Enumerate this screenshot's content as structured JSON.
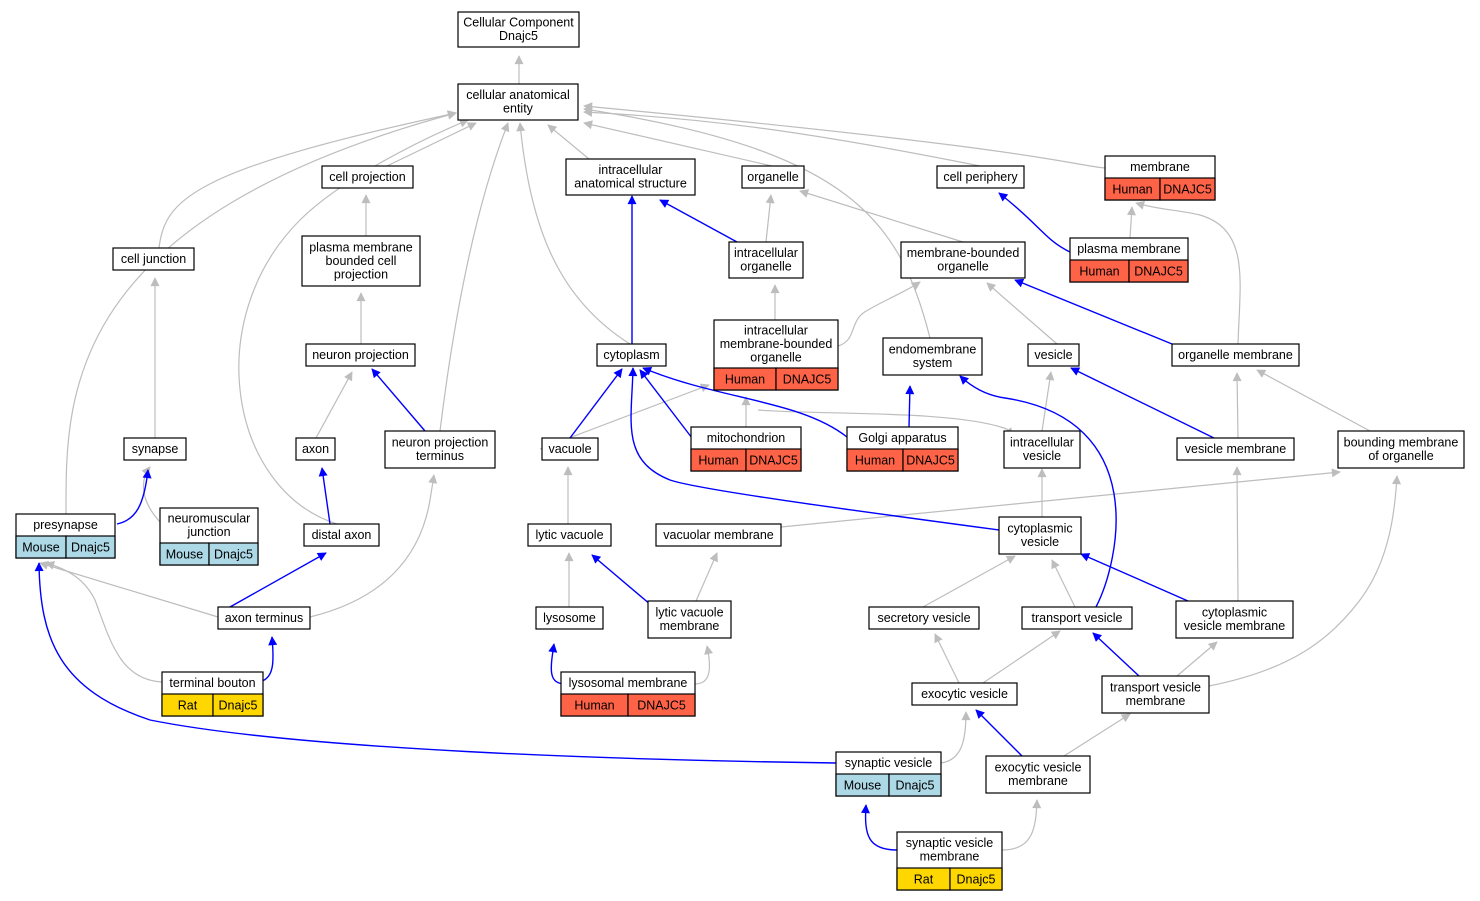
{
  "colors": {
    "Human": "#ff6347",
    "Mouse": "#add8e6",
    "Rat": "#ffd700",
    "gray_edge": "#bdbdbd",
    "blue_edge": "#0000ff"
  },
  "nodes": {
    "root": {
      "lines": [
        "Cellular Component",
        "Dnajc5"
      ]
    },
    "cae": {
      "lines": [
        "cellular anatomical",
        "entity"
      ]
    },
    "cell_projection": {
      "lines": [
        "cell projection"
      ]
    },
    "ias": {
      "lines": [
        "intracellular",
        "anatomical structure"
      ]
    },
    "organelle": {
      "lines": [
        "organelle"
      ]
    },
    "cell_periphery": {
      "lines": [
        "cell periphery"
      ]
    },
    "membrane": {
      "lines": [
        "membrane"
      ],
      "species": "Human",
      "gene": "DNAJC5"
    },
    "cell_junction": {
      "lines": [
        "cell junction"
      ]
    },
    "pmbcp": {
      "lines": [
        "plasma membrane",
        "bounded cell",
        "projection"
      ]
    },
    "intracellular_organelle": {
      "lines": [
        "intracellular",
        "organelle"
      ]
    },
    "mbo": {
      "lines": [
        "membrane-bounded",
        "organelle"
      ]
    },
    "plasma_membrane": {
      "lines": [
        "plasma membrane"
      ],
      "species": "Human",
      "gene": "DNAJC5"
    },
    "neuron_projection": {
      "lines": [
        "neuron projection"
      ]
    },
    "cytoplasm": {
      "lines": [
        "cytoplasm"
      ]
    },
    "imbo": {
      "lines": [
        "intracellular",
        "membrane-bounded",
        "organelle"
      ],
      "species": "Human",
      "gene": "DNAJC5"
    },
    "endomembrane": {
      "lines": [
        "endomembrane",
        "system"
      ]
    },
    "vesicle": {
      "lines": [
        "vesicle"
      ]
    },
    "organelle_membrane": {
      "lines": [
        "organelle membrane"
      ]
    },
    "synapse": {
      "lines": [
        "synapse"
      ]
    },
    "axon": {
      "lines": [
        "axon"
      ]
    },
    "npt": {
      "lines": [
        "neuron projection",
        "terminus"
      ]
    },
    "vacuole": {
      "lines": [
        "vacuole"
      ]
    },
    "mitochondrion": {
      "lines": [
        "mitochondrion"
      ],
      "species": "Human",
      "gene": "DNAJC5"
    },
    "golgi": {
      "lines": [
        "Golgi apparatus"
      ],
      "species": "Human",
      "gene": "DNAJC5"
    },
    "intracellular_vesicle": {
      "lines": [
        "intracellular",
        "vesicle"
      ]
    },
    "vesicle_membrane": {
      "lines": [
        "vesicle membrane"
      ]
    },
    "bmo": {
      "lines": [
        "bounding membrane",
        "of organelle"
      ]
    },
    "presynapse": {
      "lines": [
        "presynapse"
      ],
      "species": "Mouse",
      "gene": "Dnajc5"
    },
    "nmj": {
      "lines": [
        "neuromuscular",
        "junction"
      ],
      "species": "Mouse",
      "gene": "Dnajc5"
    },
    "distal_axon": {
      "lines": [
        "distal axon"
      ]
    },
    "lytic_vacuole": {
      "lines": [
        "lytic vacuole"
      ]
    },
    "vacuolar_membrane": {
      "lines": [
        "vacuolar membrane"
      ]
    },
    "cytoplasmic_vesicle": {
      "lines": [
        "cytoplasmic",
        "vesicle"
      ]
    },
    "axon_terminus": {
      "lines": [
        "axon terminus"
      ]
    },
    "lysosome": {
      "lines": [
        "lysosome"
      ]
    },
    "lvm": {
      "lines": [
        "lytic vacuole",
        "membrane"
      ]
    },
    "secretory_vesicle": {
      "lines": [
        "secretory vesicle"
      ]
    },
    "transport_vesicle": {
      "lines": [
        "transport vesicle"
      ]
    },
    "cvm": {
      "lines": [
        "cytoplasmic",
        "vesicle membrane"
      ]
    },
    "terminal_bouton": {
      "lines": [
        "terminal bouton"
      ],
      "species": "Rat",
      "gene": "Dnajc5"
    },
    "lysosomal_membrane": {
      "lines": [
        "lysosomal membrane"
      ],
      "species": "Human",
      "gene": "DNAJC5"
    },
    "exocytic_vesicle": {
      "lines": [
        "exocytic vesicle"
      ]
    },
    "tvm": {
      "lines": [
        "transport vesicle",
        "membrane"
      ]
    },
    "synaptic_vesicle": {
      "lines": [
        "synaptic vesicle"
      ],
      "species": "Mouse",
      "gene": "Dnajc5"
    },
    "evm": {
      "lines": [
        "exocytic vesicle",
        "membrane"
      ]
    },
    "svm": {
      "lines": [
        "synaptic vesicle",
        "membrane"
      ],
      "species": "Rat",
      "gene": "Dnajc5"
    }
  }
}
